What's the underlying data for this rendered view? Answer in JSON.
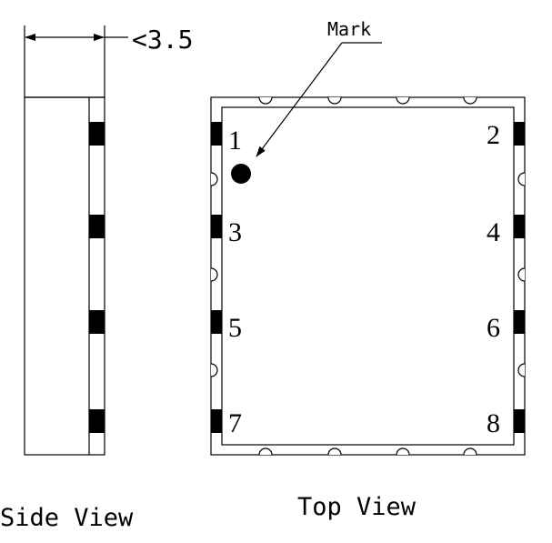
{
  "side_view": {
    "title": "Side View",
    "dimension_text": "<3.5"
  },
  "top_view": {
    "title": "Top View",
    "mark_label": "Mark",
    "pins": [
      "1",
      "2",
      "3",
      "4",
      "5",
      "6",
      "7",
      "8"
    ]
  },
  "colors": {
    "stroke": "#000000",
    "background": "#ffffff"
  }
}
